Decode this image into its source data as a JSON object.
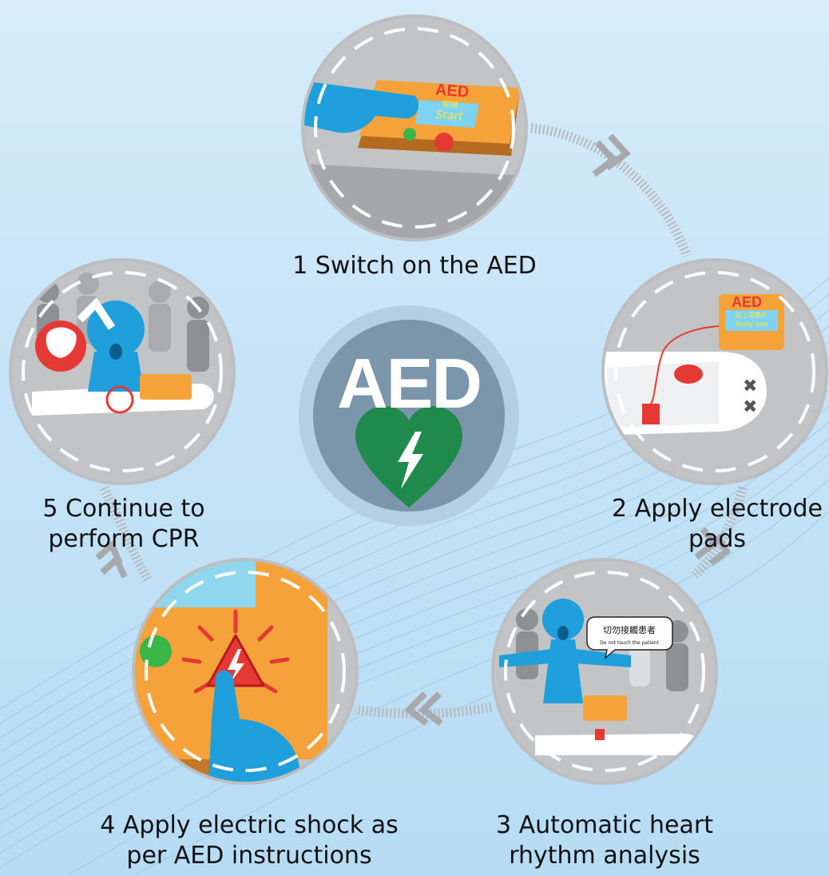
{
  "center_logo": {
    "text": "AED"
  },
  "device_screen": {
    "line1": "開機",
    "line2": "Start",
    "pads_line1": "貼上電擊片",
    "pads_line2": "Apply pad",
    "brand": "AED"
  },
  "speech_bubble": {
    "line1": "切勿接觸患者",
    "line2": "Do not touch the patient"
  },
  "steps": [
    {
      "lines": [
        "1 Switch on the AED"
      ]
    },
    {
      "lines": [
        "2 Apply electrode",
        "pads"
      ]
    },
    {
      "lines": [
        "3 Automatic heart",
        "rhythm analysis"
      ]
    },
    {
      "lines": [
        "4 Apply electric shock as",
        "per AED instructions"
      ]
    },
    {
      "lines": [
        "5 Continue to",
        "perform CPR"
      ]
    }
  ],
  "colors": {
    "background": "#c7e4f7",
    "circle": "#c3c4c6",
    "accent_blue": "#1fa0dc",
    "device_orange": "#f5a23a",
    "heart_green": "#1f8a4c",
    "alert_red": "#e53935"
  },
  "icons": [
    "aed-logo",
    "green-heart-lightning",
    "hand-press",
    "aed-device",
    "electrode-pad",
    "rescuer",
    "warning-shock",
    "cpr-hands"
  ]
}
